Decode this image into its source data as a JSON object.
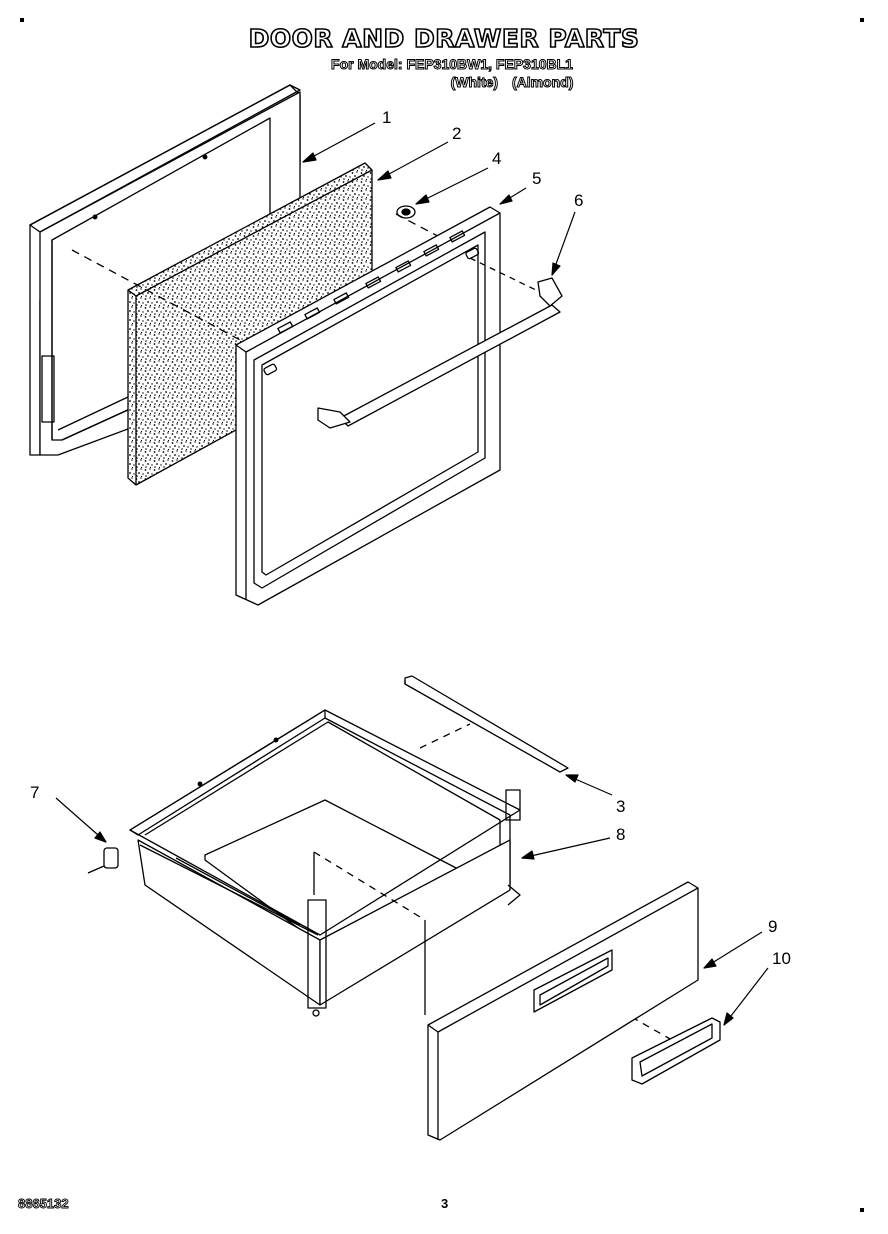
{
  "header": {
    "title": "DOOR AND DRAWER PARTS",
    "model_line": "For Model: FEP310BW1, FEP310BL1",
    "color_line": "(White)    (Almond)"
  },
  "callouts": [
    "1",
    "2",
    "4",
    "5",
    "6",
    "3",
    "7",
    "8",
    "9",
    "10"
  ],
  "footer": {
    "part_number": "8865132",
    "page": "3"
  }
}
